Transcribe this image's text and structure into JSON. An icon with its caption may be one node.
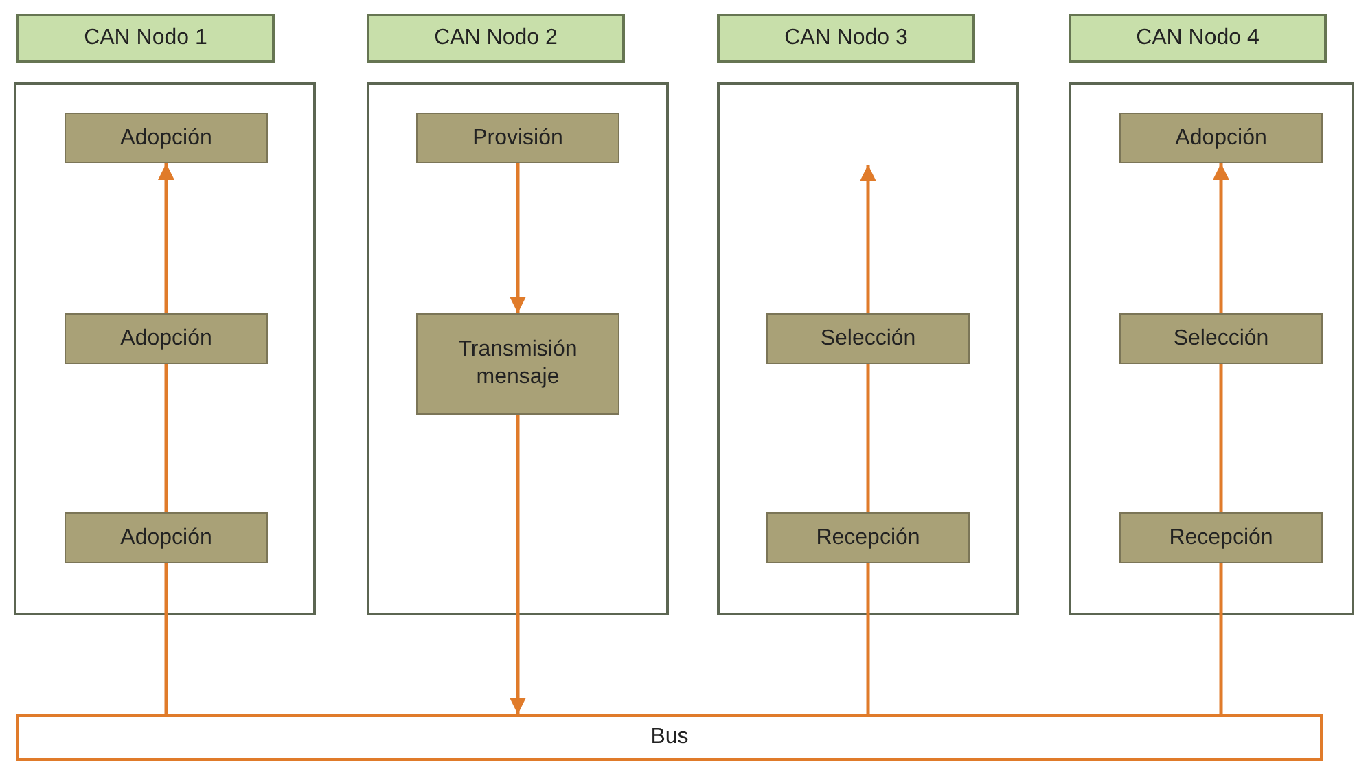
{
  "diagram": {
    "nodes": [
      {
        "text": [
          "CAN Nodo 1"
        ]
      },
      {
        "text": [],
        "shape": "box"
      },
      {
        "text": [
          "Adopción"
        ],
        "in": 1
      },
      {
        "text": [
          "Adopción"
        ],
        "in": 1
      },
      {
        "text": [
          "Adopción"
        ],
        "in": 1
      },
      {
        "text": [
          "CAN Nodo 2"
        ]
      },
      {
        "text": [],
        "shape": "box"
      },
      {
        "text": [
          "Provisión"
        ],
        "in": 6
      },
      {
        "text": [
          "Transmisión mensaje"
        ],
        "in": 6
      },
      {
        "text": [
          "CAN Nodo 3"
        ]
      },
      {
        "text": [],
        "shape": "box"
      },
      {
        "text": [
          "Selección"
        ],
        "in": 10
      },
      {
        "text": [
          "Recepción"
        ],
        "in": 10
      },
      {
        "text": [
          "CAN Nodo 4"
        ]
      },
      {
        "text": [],
        "shape": "box"
      },
      {
        "text": [
          "Adopción"
        ],
        "in": 14
      },
      {
        "text": [
          "Selección"
        ],
        "in": 14
      },
      {
        "text": [
          "Recepción"
        ],
        "in": 14
      },
      {
        "text": [
          "Bus"
        ]
      }
    ],
    "edges": [
      {
        "from": 18,
        "to": 4,
        "arrow": "none"
      },
      {
        "from": 4,
        "to": 3,
        "arrow": "none"
      },
      {
        "from": 3,
        "to": 2,
        "arrow": "to"
      },
      {
        "from": 7,
        "to": 8,
        "arrow": "to"
      },
      {
        "from": 8,
        "to": 18,
        "arrow": "to"
      },
      {
        "from": 18,
        "to": 12,
        "arrow": "none"
      },
      {
        "from": 12,
        "to": 11,
        "arrow": "none"
      },
      {
        "from": 11,
        "to": null,
        "arrow": "to"
      },
      {
        "from": 18,
        "to": 17,
        "arrow": "none"
      },
      {
        "from": 17,
        "to": 16,
        "arrow": "none"
      },
      {
        "from": 16,
        "to": 15,
        "arrow": "to"
      }
    ]
  }
}
